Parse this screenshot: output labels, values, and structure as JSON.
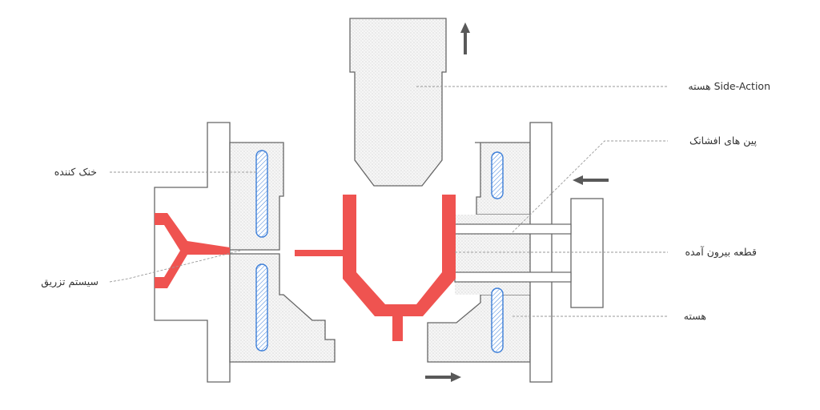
{
  "labels": {
    "side_action_core": "هسته  Side-Action",
    "ejector_pins": "پین های افشانک",
    "cooling": "خنک کننده",
    "ejected_part": "قطعه بیرون آمده",
    "injection_system": "سیستم تزریق",
    "core": "هسته"
  },
  "colors": {
    "part": "#ef5350",
    "cooling_channel": "#3d7fd9",
    "mold_outline": "#666666",
    "arrow": "#595959",
    "leader_line": "#9a9a9a"
  },
  "icons": {
    "motion_arrows": [
      "arrow-up-icon",
      "arrow-left-icon",
      "arrow-right-icon"
    ]
  }
}
